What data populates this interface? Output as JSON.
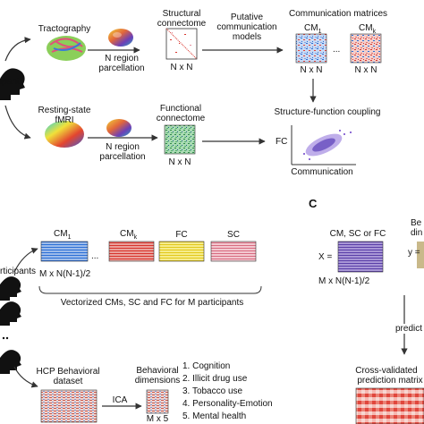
{
  "panel_a": {
    "participant_label": "ipant",
    "tractography_label": "Tractography",
    "structural_label_1": "Structural",
    "structural_label_2": "connectome",
    "n_region_1": "N region",
    "parcellation_1": "parcellation",
    "nxn_1": "N x N",
    "putative_1": "Putative",
    "putative_2": "communication",
    "putative_3": "models",
    "comm_matrices_label": "Communication matrices",
    "cm1_label": "CM",
    "cm1_sub": "1",
    "ellipsis": "...",
    "cmk_label": "CM",
    "cmk_sub": "k",
    "nxn_2": "N x N",
    "nxn_3": "N x N",
    "resting_1": "Resting-state",
    "resting_2": "fMRI",
    "functional_1": "Functional",
    "functional_2": "connectome",
    "n_region_2": "N region",
    "parcellation_2": "parcellation",
    "nxn_4": "N x N",
    "coupling_label": "Structure-function coupling",
    "fc_axis": "FC",
    "comm_axis": "Communication"
  },
  "panel_b": {
    "cm1_label": "CM",
    "cm1_sub": "1",
    "ellipsis": "...",
    "cmk_label": "CM",
    "cmk_sub": "k",
    "fc_label": "FC",
    "sc_label": "SC",
    "dims_label": "M x N(N-1)/2",
    "participants_label": "rticipants",
    "vectorized_label": "Vectorized CMs, SC and FC for M participants",
    "hcp_1": "HCP Behavioral",
    "hcp_2": "dataset",
    "ica_label": "ICA",
    "behav_1": "Behavioral",
    "behav_2": "dimensions",
    "mx5_label": "M x 5",
    "dimensions": [
      "1. Cognition",
      "2. Illicit drug use",
      "3. Tobacco use",
      "4. Personality-Emotion",
      "5. Mental health"
    ]
  },
  "panel_c": {
    "letter": "C",
    "cm_sc_fc": "CM, SC or FC",
    "x_eq": "X =",
    "dims_label": "M x N(N-1)/2",
    "be_1": "Be",
    "be_2": "din",
    "y_eq": "y =",
    "predict_label": "predict",
    "cv_1": "Cross-validated",
    "cv_2": "prediction matrix"
  },
  "colors": {
    "cm_blue": "#2b6fd6",
    "cm_red": "#d8342c",
    "fc_yellow": "#f2e23a",
    "sc_pink": "#e58fa0",
    "fc_green": "#55b06a",
    "scatter_purple": "#6a3fc8",
    "x_purple": "#7a64b8",
    "arrow": "#333333"
  }
}
